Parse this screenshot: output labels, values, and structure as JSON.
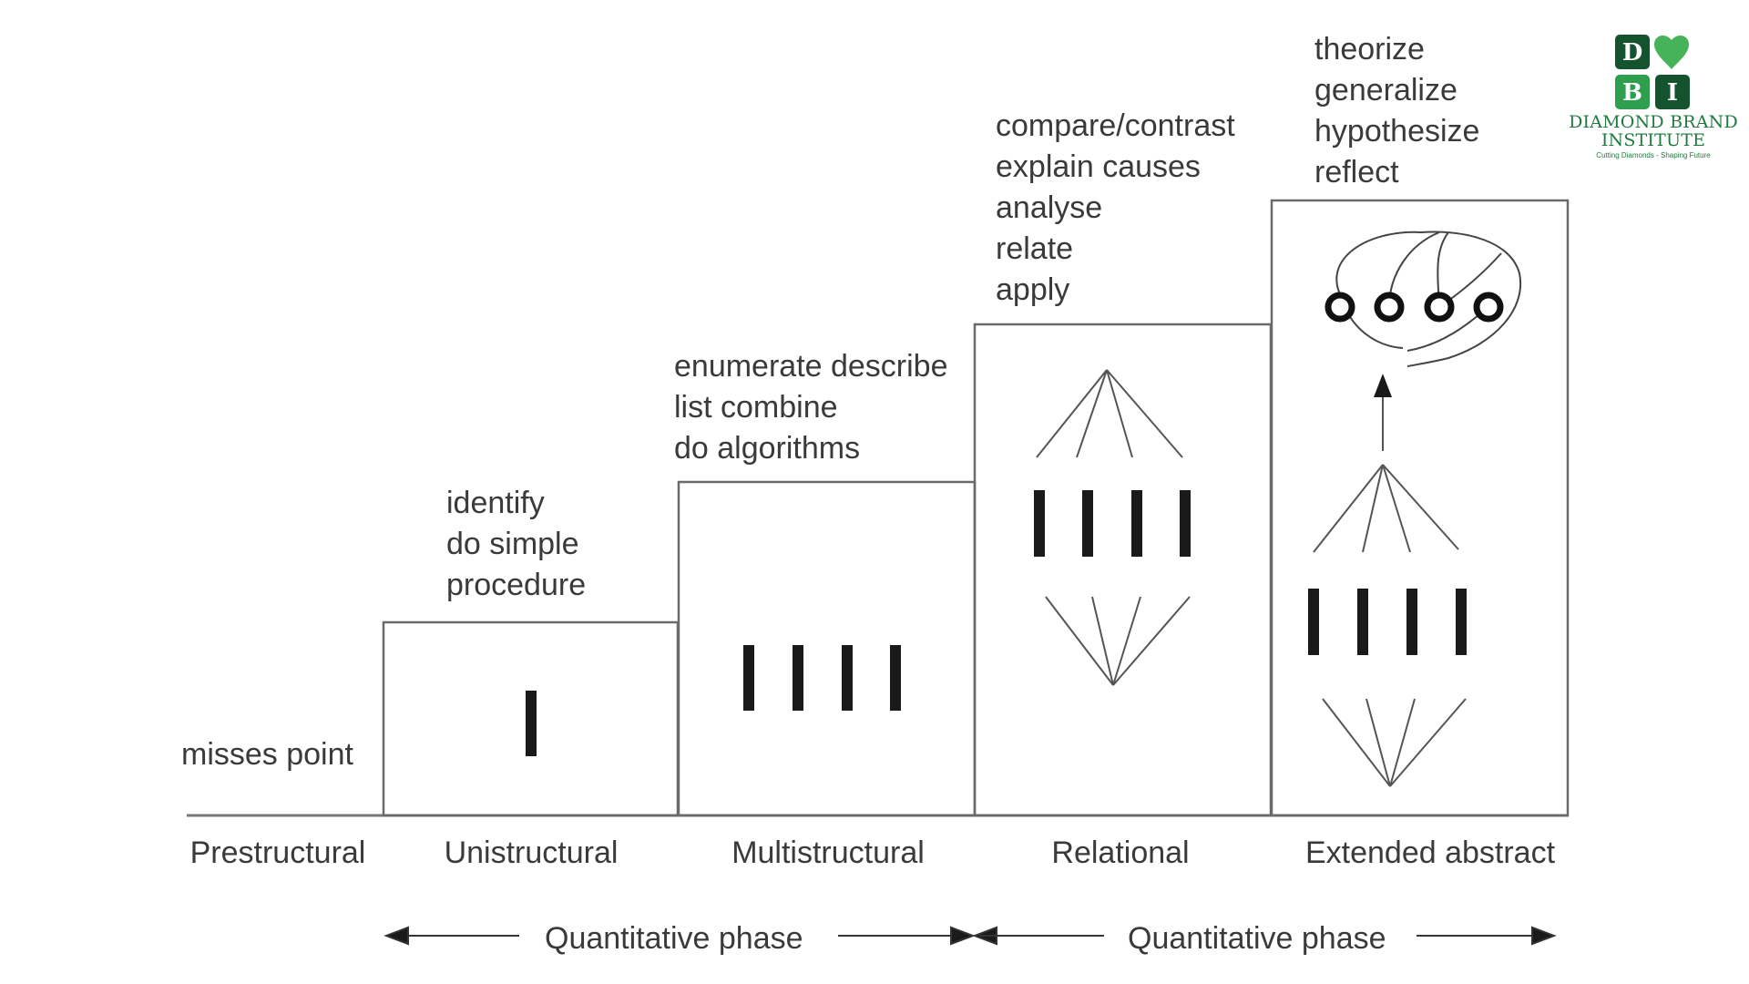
{
  "levels": [
    {
      "name": "Prestructural",
      "verbs": [
        "misses point"
      ]
    },
    {
      "name": "Unistructural",
      "verbs": [
        "identify",
        "do simple",
        "procedure"
      ]
    },
    {
      "name": "Multistructural",
      "verbs": [
        "enumerate describe",
        "list combine",
        "do algorithms"
      ]
    },
    {
      "name": "Relational",
      "verbs": [
        "compare/contrast",
        "explain causes",
        "analyse",
        "relate",
        "apply"
      ]
    },
    {
      "name": "Extended abstract",
      "verbs": [
        "theorize",
        "generalize",
        "hypothesize",
        "reflect"
      ]
    }
  ],
  "phases": [
    {
      "label": "Quantitative phase"
    },
    {
      "label": "Quantitative phase"
    }
  ],
  "logo": {
    "letters": [
      "D",
      "B",
      "I"
    ],
    "name": "DIAMOND BRAND INSTITUTE",
    "tagline": "Cutting Diamonds - Shaping Future",
    "colors": {
      "dark": "#14532d",
      "green": "#2e9e4f",
      "light": "#46b35a"
    }
  },
  "colors": {
    "line": "#555555",
    "bar": "#1a1a1a",
    "text": "#3a3a3a"
  }
}
